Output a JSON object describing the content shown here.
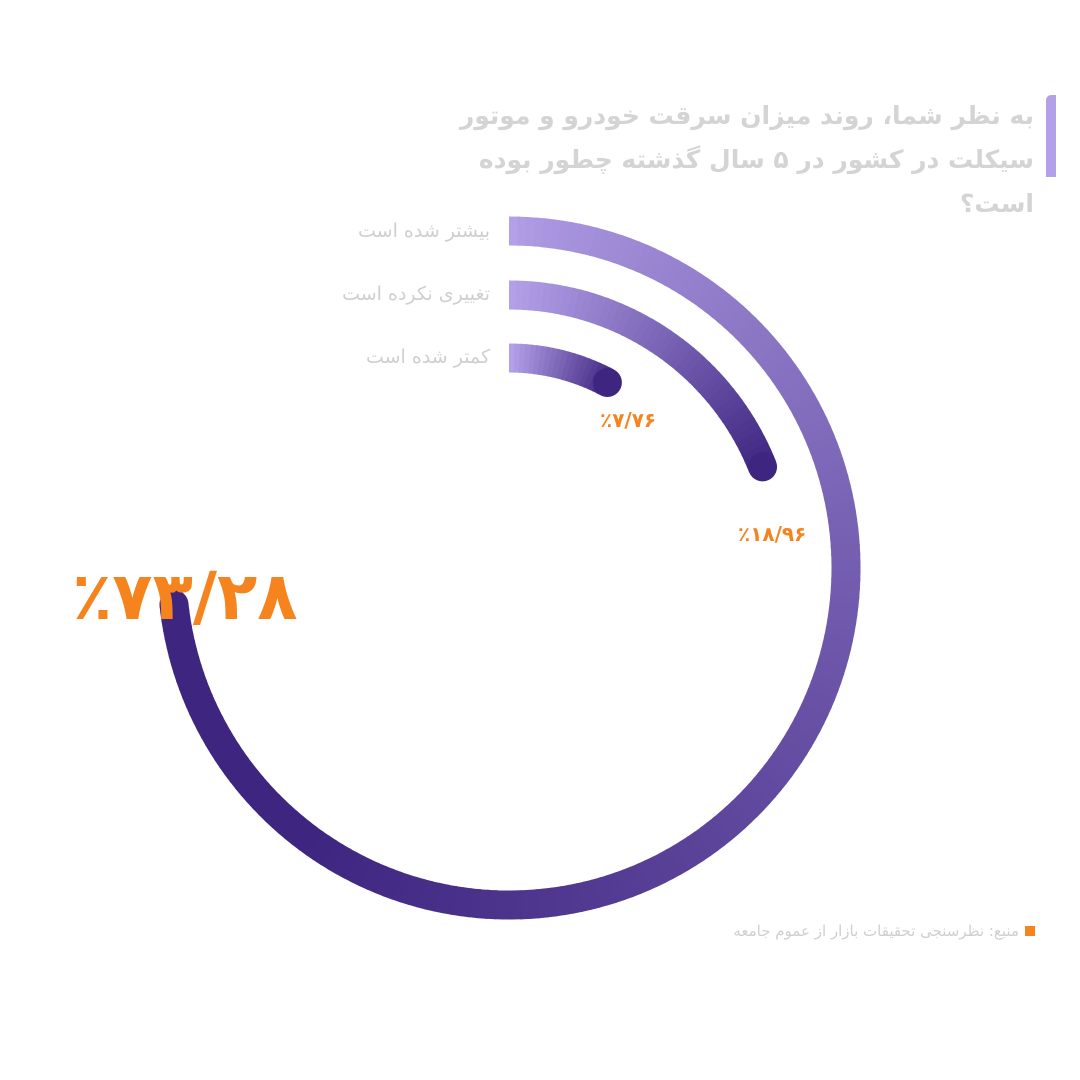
{
  "chart_data": {
    "type": "radial-bar",
    "title": "به نظر شما، روند میزان سرقت خودرو و موتور سیکلت در کشور در ۵ سال گذشته چطور بوده است؟",
    "categories": [
      "بیشتر شده است",
      "تغییری نکرده است",
      "کمتر شده است"
    ],
    "values": [
      73.28,
      18.96,
      7.76
    ],
    "value_labels": [
      "٪۷۳/۲۸",
      "٪۱۸/۹۶",
      "٪۷/۷۶"
    ],
    "unit": "%",
    "max": 100,
    "colors": {
      "start": "#b3a0e8",
      "end": "#3e2580",
      "label": "#f5841f",
      "accent": "#b3a0e8"
    }
  },
  "source": "منبع: نظرسنجی تحقیقات بازار از عموم جامعه"
}
